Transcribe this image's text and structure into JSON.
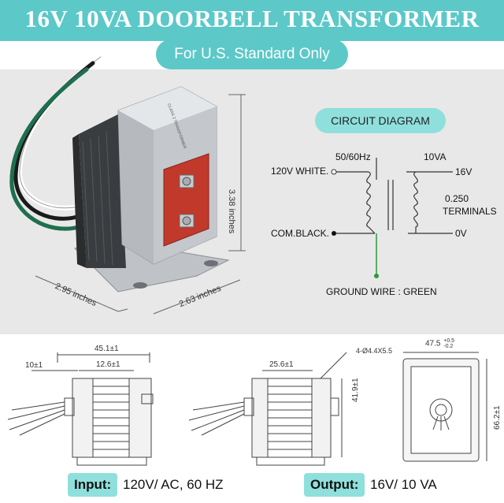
{
  "header": {
    "title": "16V 10VA DOORBELL TRANSFORMER",
    "subtitle": "For U.S. Standard Only"
  },
  "photo": {
    "dim_height": "3.38 inches",
    "dim_width": "2.95 inches",
    "dim_depth": "2.63 inches"
  },
  "circuit": {
    "title": "CIRCUIT DIAGRAM",
    "freq": "50/60Hz",
    "rating": "10VA",
    "input_white": "120V  WHITE.",
    "input_black": "COM.BLACK.",
    "out_16v": "16V",
    "terminals_line1": "0.250",
    "terminals_line2": "TERMINALS",
    "out_0v": "0V",
    "ground": "GROUND WIRE : GREEN"
  },
  "drawings": {
    "side_width": "45.1±1",
    "side_core": "12.6±1",
    "side_offset": "10±1",
    "front_core": "25.6±1",
    "front_hole": "4-Ø4.4X5.5",
    "front_height": "41.9±1",
    "top_width": "47.5",
    "top_width_tol_upper": "+0.5",
    "top_width_tol_lower": "-0.2",
    "top_height": "66.2±1"
  },
  "specs": {
    "input_label": "Input:",
    "input_value": "120V/ AC, 60 HZ",
    "output_label": "Output:",
    "output_value": "16V/ 10 VA"
  },
  "colors": {
    "accent": "#5cc8c8",
    "accent_light": "#8fe0dc",
    "panel": "#e8e8e8",
    "ground_wire": "#2a9a3a",
    "terminal_plate": "#c0392b"
  }
}
